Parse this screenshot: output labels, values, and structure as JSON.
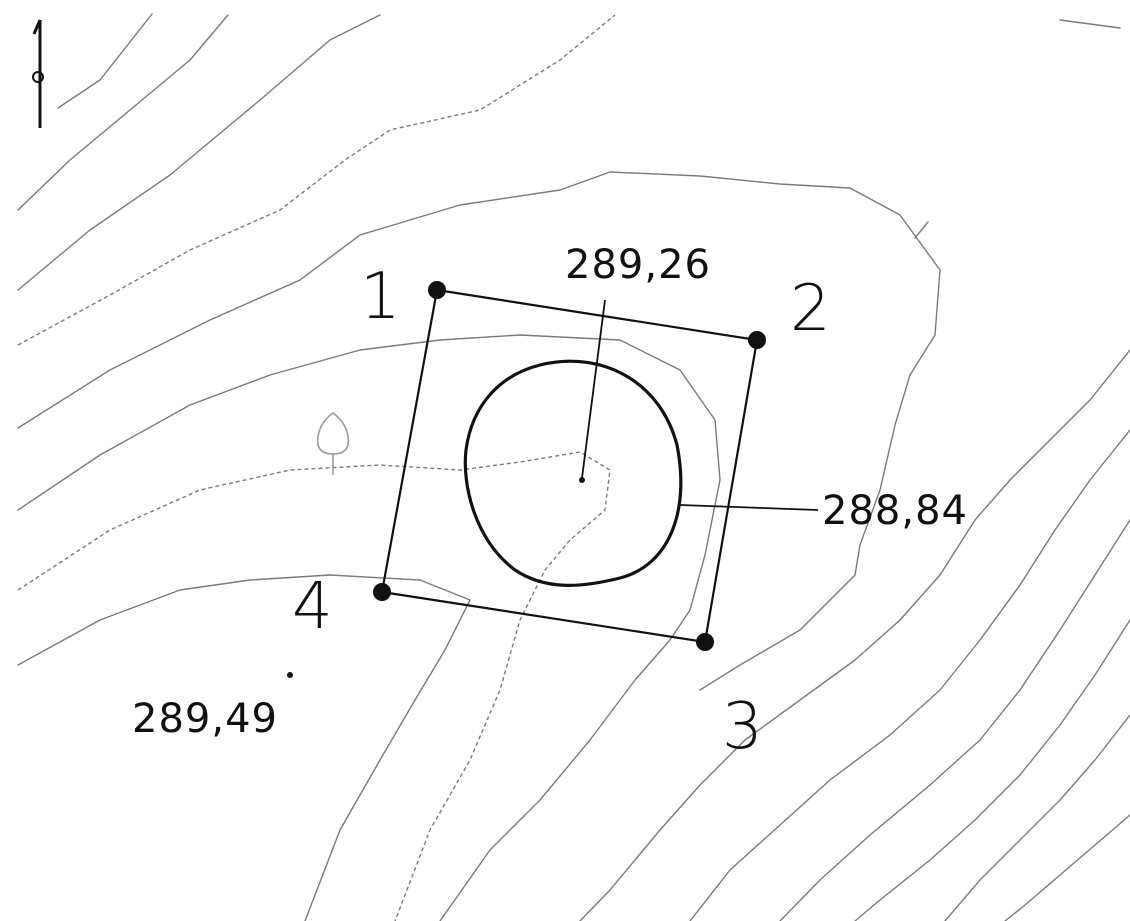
{
  "map": {
    "corners": [
      {
        "id": "1",
        "label": "1"
      },
      {
        "id": "2",
        "label": "2"
      },
      {
        "id": "3",
        "label": "3"
      },
      {
        "id": "4",
        "label": "4"
      }
    ],
    "elevations": {
      "center": "289,26",
      "rim": "288,84",
      "spot": "289,49"
    },
    "icons": [
      "north-arrow-icon",
      "tree-icon"
    ],
    "colors": {
      "ink": "#111111",
      "contour": "#7a7a7a"
    }
  }
}
